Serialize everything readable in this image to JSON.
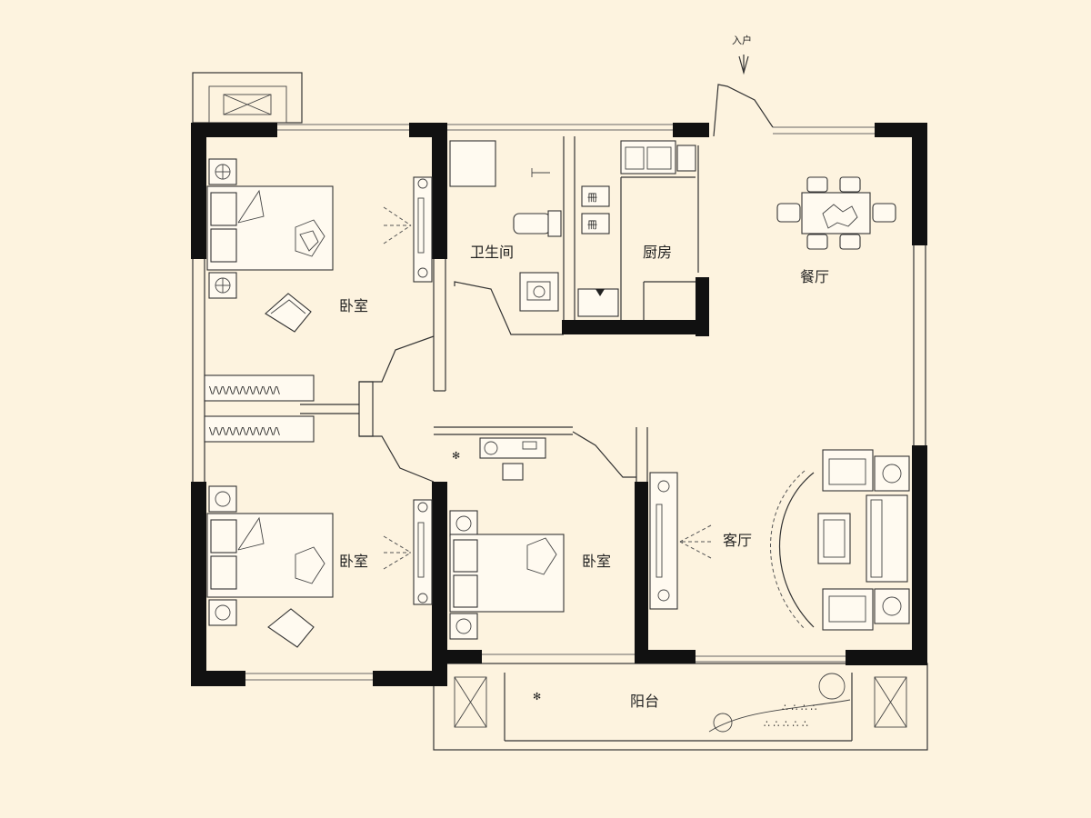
{
  "entrance": {
    "label": "入户"
  },
  "rooms": {
    "bedroom_top_left": "卧室",
    "bedroom_bottom_left": "卧室",
    "bedroom_center": "卧室",
    "bathroom": "卫生间",
    "kitchen": "厨房",
    "dining": "餐厅",
    "living": "客厅",
    "balcony": "阳台"
  },
  "colors": {
    "background": "#fdf3df",
    "wall": "#111111",
    "line": "#333333"
  }
}
